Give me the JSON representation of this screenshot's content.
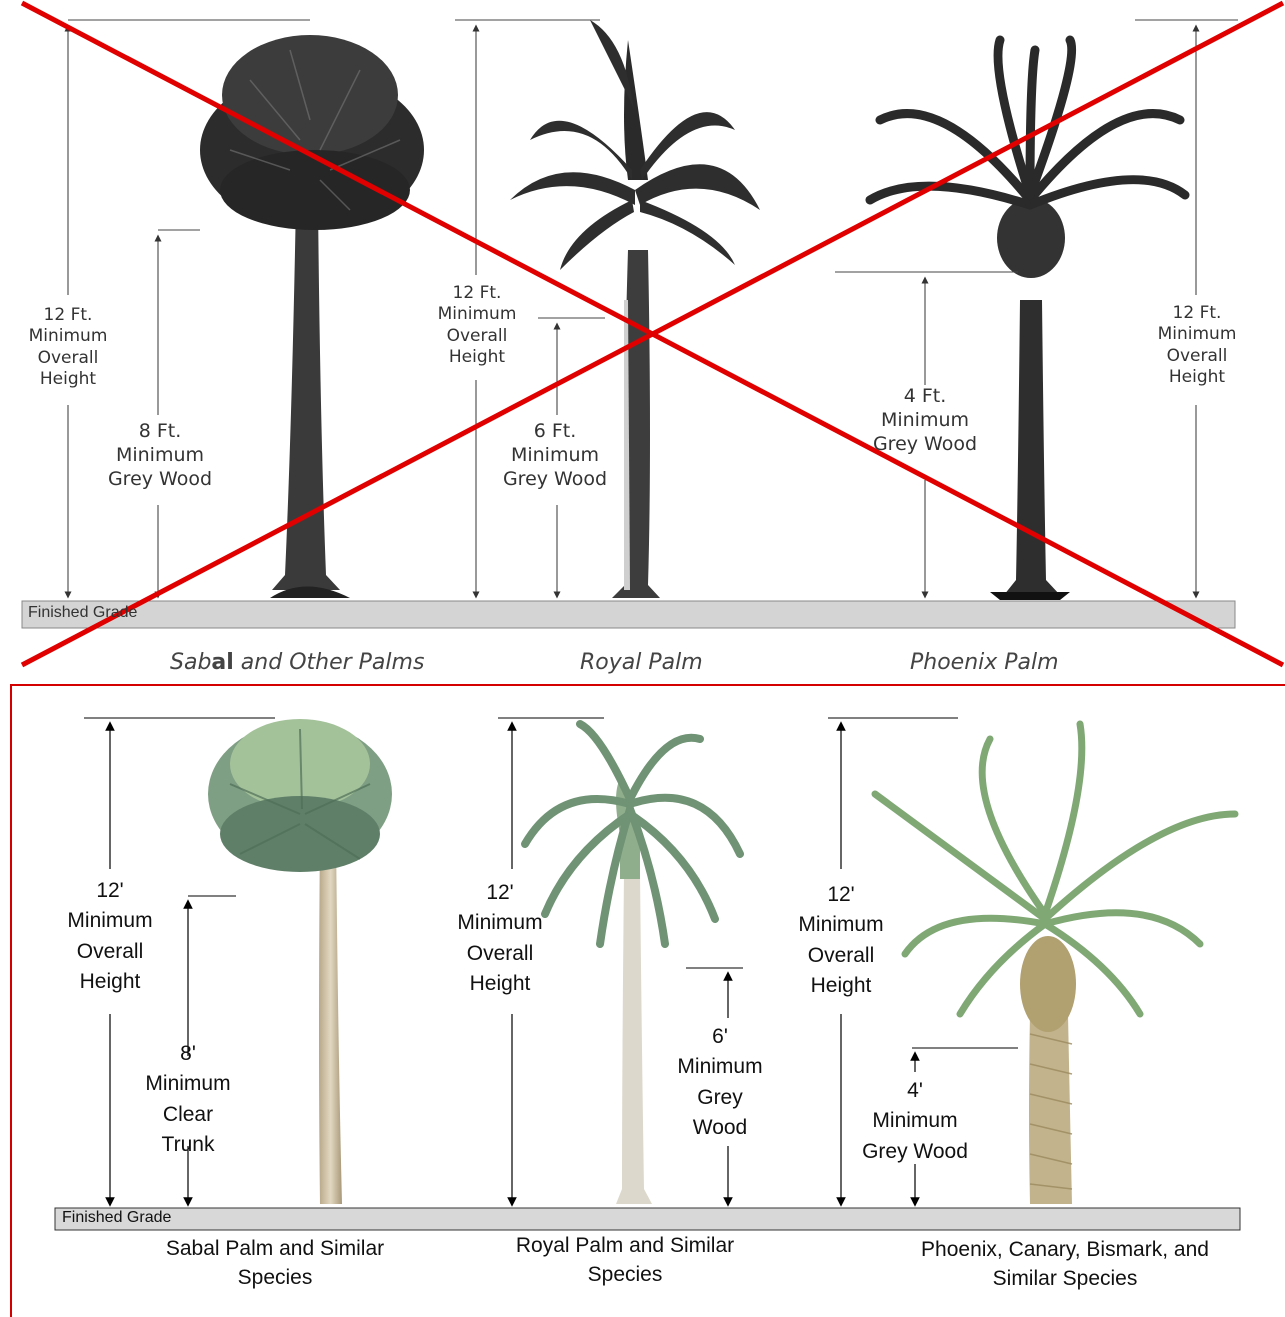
{
  "top": {
    "ground_label": "Finished Grade",
    "sabal": {
      "overall": "12 Ft.\nMinimum\nOverall\nHeight",
      "grey": "8 Ft.\nMinimum\nGrey Wood",
      "caption_italic_a": "Sab",
      "caption_bold": "al",
      "caption_italic_b": " and Other Palms"
    },
    "royal": {
      "overall": "12 Ft.\nMinimum\nOverall\nHeight",
      "grey": "6 Ft.\nMinimum\nGrey Wood",
      "caption": "Royal Palm"
    },
    "phoenix": {
      "overall": "12 Ft.\nMinimum\nOverall\nHeight",
      "grey": "4 Ft.\nMinimum\nGrey Wood",
      "caption": "Phoenix Palm"
    }
  },
  "bottom": {
    "ground_label": "Finished Grade",
    "sabal": {
      "overall": "12'\nMinimum\nOverall\nHeight",
      "clear": "8'\nMinimum\nClear\nTrunk",
      "caption": "Sabal Palm and Similar\nSpecies"
    },
    "royal": {
      "overall": "12'\nMinimum\nOverall\nHeight",
      "grey": "6'\nMinimum\nGrey\nWood",
      "caption": "Royal Palm and Similar\nSpecies"
    },
    "phoenix": {
      "overall": "12'\nMinimum\nOverall\nHeight",
      "grey": "4'\nMinimum\nGrey Wood",
      "caption": "Phoenix, Canary,\nBismark, and Similar\nSpecies"
    }
  },
  "colors": {
    "cross_out": "#e00000",
    "frame": "#d40000",
    "ground_fill": "#d4d4d4",
    "old_tree": "#2a2a2a",
    "new_frond": "#6f9a6a",
    "new_trunk": "#c8b89a"
  },
  "icons": {
    "crossed_out_panel": "red-x-overlay",
    "sabal_tree": "sabal-palm-illustration",
    "royal_tree": "royal-palm-illustration",
    "phoenix_tree": "phoenix-palm-illustration"
  }
}
